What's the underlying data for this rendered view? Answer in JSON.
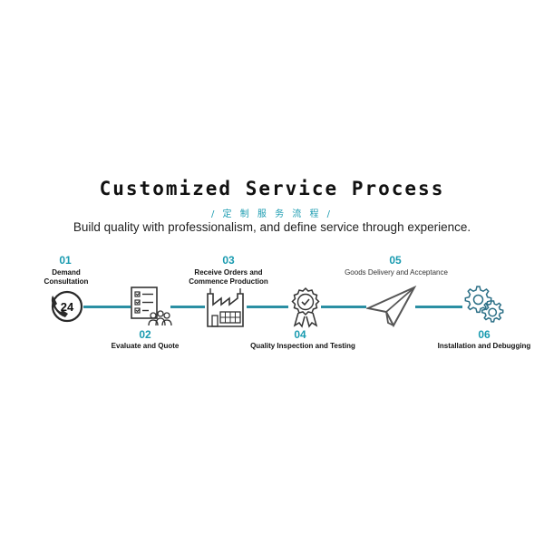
{
  "header": {
    "title": "Customized Service Process",
    "subtitle_cn": "/ 定 制 服 务 流 程 /",
    "tagline": "Build quality with professionalism, and define service through experience."
  },
  "colors": {
    "accent": "#1a9bb0",
    "connector": "#2b8fa3",
    "text": "#111111",
    "icon_stroke": "#333333"
  },
  "steps": [
    {
      "number": "01",
      "label_line1": "Demand",
      "label_line2": "Consultation",
      "icon": "phone-24-icon"
    },
    {
      "number": "02",
      "label_line1": "Evaluate and Quote",
      "label_line2": "",
      "icon": "checklist-team-icon"
    },
    {
      "number": "03",
      "label_line1": "Receive Orders and",
      "label_line2": "Commence Production",
      "icon": "factory-icon"
    },
    {
      "number": "04",
      "label_line1": "Quality Inspection and Testing",
      "label_line2": "",
      "icon": "award-badge-icon"
    },
    {
      "number": "05",
      "label_line1": "Goods Delivery and Acceptance",
      "label_line2": "",
      "icon": "paper-plane-icon"
    },
    {
      "number": "06",
      "label_line1": "Installation and Debugging",
      "label_line2": "",
      "icon": "gears-icon"
    }
  ],
  "icon_texts": {
    "phone_24": "24"
  }
}
